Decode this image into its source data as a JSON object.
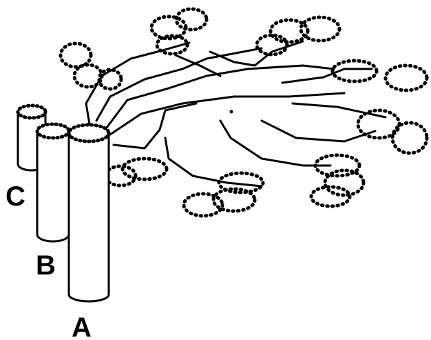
{
  "figure": {
    "labels": {
      "a": "A",
      "b": "B",
      "c": "C"
    }
  }
}
